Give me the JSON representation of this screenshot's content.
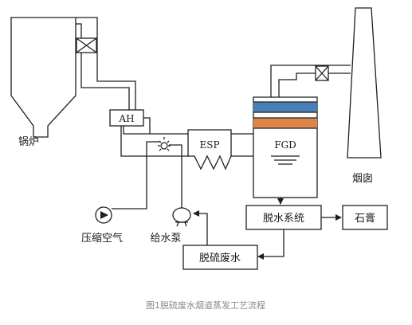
{
  "labels": {
    "boiler": "锅炉",
    "ah": "AH",
    "esp": "ESP",
    "fgd": "FGD",
    "chimney": "烟囱",
    "dewater": "脱水系统",
    "gypsum": "石膏",
    "wastewater": "脱硫废水",
    "compressed_air": "压缩空气",
    "feed_pump": "给水泵"
  },
  "caption": "图1脱硫废水烟道蒸发工艺流程",
  "colors": {
    "fgd_blue_band": "#4a7fb8",
    "fgd_orange_band": "#e0854a",
    "line": "#1f1f1f",
    "caption": "#8a8a8a"
  }
}
